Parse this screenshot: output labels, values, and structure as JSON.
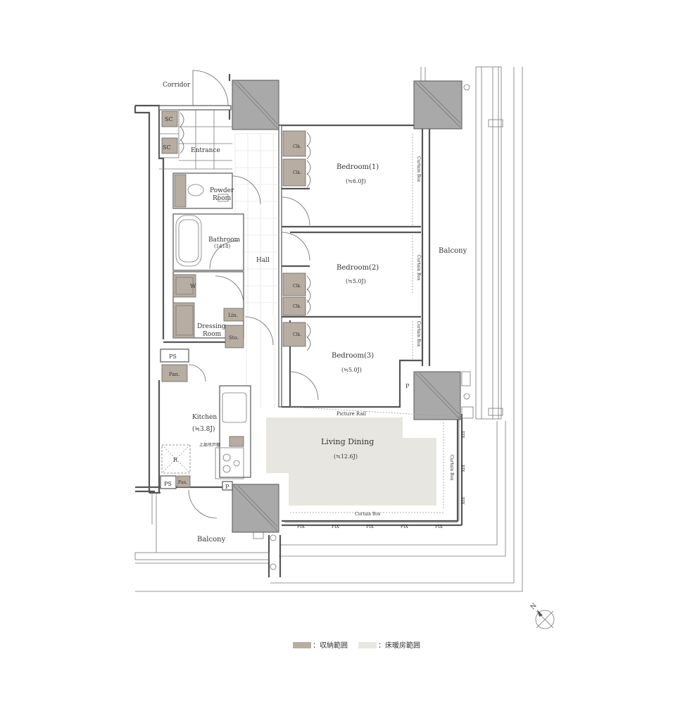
{
  "rooms": {
    "corridor": "Corridor",
    "sc1": "SC",
    "sc2": "SC",
    "entrance": "Entrance",
    "powder": [
      "Powder",
      "Room"
    ],
    "bathroom": "Bathroom",
    "bathroom_size": "(1418)",
    "w": "W",
    "dressing": [
      "Dressing",
      "Room"
    ],
    "lin": "Lin.",
    "sto": "Sto.",
    "hall": "Hall",
    "ps1": "PS",
    "pan1": "Pan.",
    "kitchen": "Kitchen",
    "kitchen_size": "(≒3.8J)",
    "r": "R",
    "ps2": "PS",
    "pan2": "Pan.",
    "p1": "P",
    "p2": "P",
    "upper_cabinet": "上部吊戸棚",
    "balcony_bottom": "Balcony",
    "bedroom1": "Bedroom(1)",
    "bedroom1_size": "(≒6.0J)",
    "bedroom2": "Bedroom(2)",
    "bedroom2_size": "(≒5.0J)",
    "bedroom3": "Bedroom(3)",
    "bedroom3_size": "(≒5.0J)",
    "clk": [
      "Clk.",
      "Clk.",
      "Clk.",
      "Clk.",
      "Clk."
    ],
    "curtain_box_1": "Curtain Box",
    "curtain_box_2": "Curtain Box",
    "curtain_box_3": "Curtain Box",
    "curtain_box_4": "Curtain Box",
    "curtain_box_5": "Curtain Box",
    "balcony_right": "Balcony",
    "picture_rail": "Picture Rail",
    "living": "Living Dining",
    "living_size": "(≒12.6J)",
    "fix_bottom": [
      "FIX",
      "FIX",
      "FIX",
      "FIX",
      "FIX"
    ],
    "fix_right": [
      "FIX",
      "FIX",
      "FIX"
    ]
  },
  "compass": {
    "north": "N"
  },
  "legend": {
    "storage_label": "：収納範囲",
    "heating_label": "：床暖房範囲",
    "storage_color": "#b8ada1",
    "heating_color": "#e8e6e0"
  }
}
